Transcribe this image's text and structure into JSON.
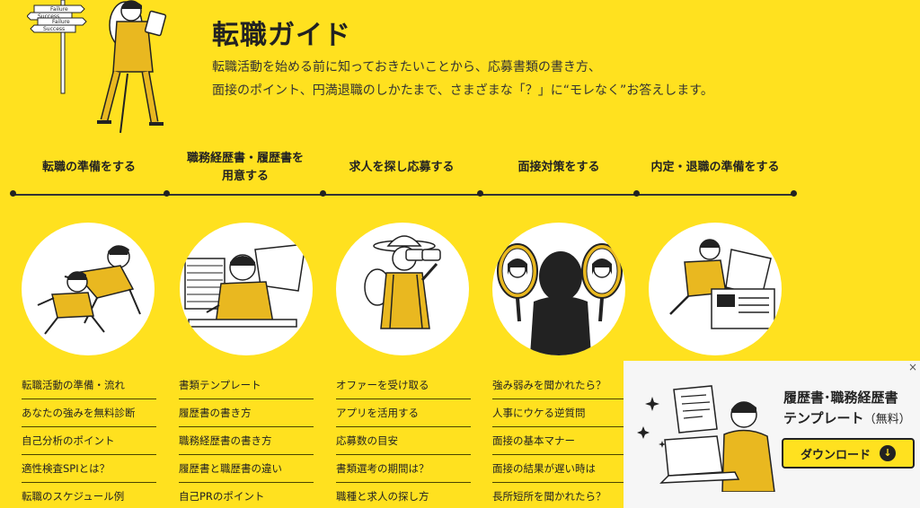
{
  "header": {
    "title": "転職ガイド",
    "intro_line1": "転職活動を始める前に知っておきたいことから、応募書類の書き方、",
    "intro_line2": "面接のポイント、円満退職のしかたまで、さまざまな「？」に“モレなく”お答えします。",
    "sign_labels": [
      "Failure",
      "Success",
      "Failure",
      "Success"
    ]
  },
  "steps": [
    {
      "title": "転職の準備をする",
      "links": [
        "転職活動の準備・流れ",
        "あなたの強みを無料診断",
        "自己分析のポイント",
        "適性検査SPIとは？",
        "転職のスケジュール例"
      ]
    },
    {
      "title": "職務経歴書・履歴書を\n用意する",
      "links": [
        "書類テンプレート",
        "履歴書の書き方",
        "職務経歴書の書き方",
        "履歴書と職歴書の違い",
        "自己PRのポイント"
      ]
    },
    {
      "title": "求人を探し応募する",
      "links": [
        "オファーを受け取る",
        "アプリを活用する",
        "応募数の目安",
        "書類選考の期間は？",
        "職種と求人の探し方"
      ]
    },
    {
      "title": "面接対策をする",
      "links": [
        "強み弱みを聞かれたら？",
        "人事にウケる逆質問",
        "面接の基本マナー",
        "面接の結果が遅い時は",
        "長所短所を聞かれたら？"
      ]
    },
    {
      "title": "内定・退職の準備をする",
      "links": []
    }
  ],
  "banner": {
    "title_line1": "履歴書･職務経歴書",
    "title_line2": "テンプレート",
    "title_suffix": "（無料）",
    "button_label": "ダウンロード",
    "close_label": "×"
  },
  "colors": {
    "background": "#ffe11f",
    "text": "#222222",
    "illustration_yellow": "#e9b820"
  }
}
